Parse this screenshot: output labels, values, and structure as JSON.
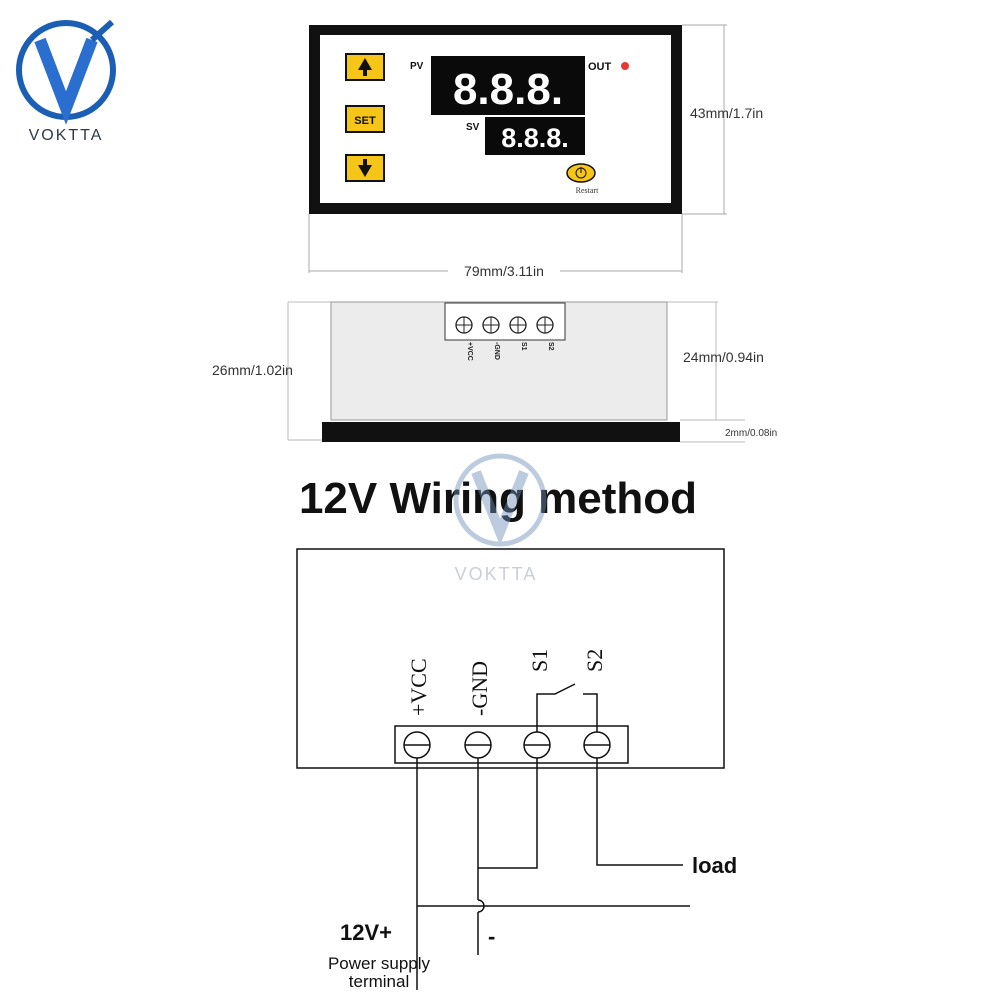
{
  "brand": {
    "name": "VOKTTA"
  },
  "top_view": {
    "pv_label": "PV",
    "sv_label": "SV",
    "out_label": "OUT",
    "pv_display": "8.8.8.",
    "sv_display": "8.8.8.",
    "set_button": "SET",
    "restart_label": "Restart",
    "height_dim": "43mm/1.7in",
    "width_dim": "79mm/3.11in",
    "out_led_color": "#e53935",
    "button_color": "#f5c518"
  },
  "side_view": {
    "terminal_labels": [
      "+VCC",
      "-GND",
      "S1",
      "S2"
    ],
    "left_dim": "26mm/1.02in",
    "right_dim": "24mm/0.94in",
    "bezel_dim": "2mm/0.08in"
  },
  "wiring": {
    "title": "12V Wiring method",
    "terminal_labels": [
      "+VCC",
      "-GND",
      "S1",
      "S2"
    ],
    "load_label": "load",
    "plus_label": "12V+",
    "minus_label": "-",
    "supply_line1": "Power supply",
    "supply_line2": "terminal"
  }
}
